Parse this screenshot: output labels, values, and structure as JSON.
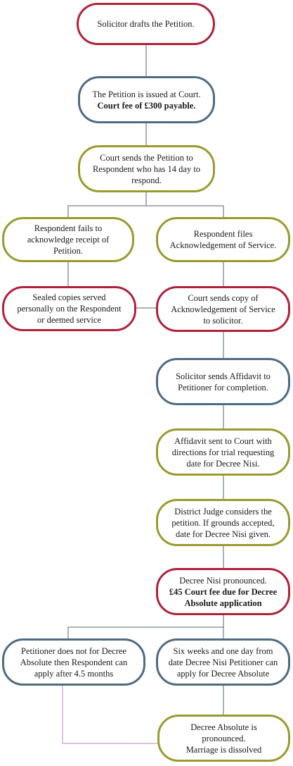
{
  "colors": {
    "red_border": "#b0213a",
    "steel_border": "#4f6b82",
    "olive_border": "#9a9a2e",
    "connector": "#55657a",
    "purple_connector": "#b58ac2"
  },
  "nodes": {
    "drafts": {
      "lines": [
        "Solicitor drafts the Petition."
      ]
    },
    "issued": {
      "line1": "The Petition is issued at Court.",
      "line2_bold": "Court fee of £300 payable."
    },
    "sends_petition": {
      "lines": [
        "Court sends the Petition to",
        "Respondent who has 14  day to",
        "respond."
      ]
    },
    "fails_ack": {
      "lines": [
        "Respondent fails to",
        "acknowledge receipt of",
        "Petition."
      ]
    },
    "files_ack": {
      "lines": [
        "Respondent files",
        "Acknowledgement of Service."
      ]
    },
    "sealed_copies": {
      "lines": [
        "Sealed copies served",
        "personally on the Respondent",
        "or deemed service"
      ]
    },
    "court_sends_copy": {
      "lines": [
        "Court sends copy of",
        "Acknowledgement of Service",
        "to solicitor."
      ]
    },
    "affidavit_to_petitioner": {
      "lines": [
        "Solicitor sends Affidavit to",
        "Petitioner for completion."
      ]
    },
    "affidavit_to_court": {
      "lines": [
        "Affidavit sent to Court with",
        "directions for trial requesting",
        "date for Decree Nisi."
      ]
    },
    "judge_considers": {
      "lines": [
        "District Judge considers the",
        "petition. If grounds accepted,",
        "date for Decree Nisi given."
      ]
    },
    "decree_nisi": {
      "line1": "Decree Nisi  pronounced.",
      "bold_lines": [
        "£45 Court fee due for Decree",
        "Absolute application"
      ]
    },
    "petitioner_not_apply": {
      "lines": [
        "Petitioner does not for Decree",
        "Absolute then  Respondent can",
        "apply after 4.5 months"
      ]
    },
    "six_weeks": {
      "lines": [
        "Six weeks and one day from",
        "date Decree Nisi Petitioner can",
        "apply for Decree Absolute"
      ]
    },
    "decree_absolute": {
      "lines": [
        "Decree Absolute is",
        "pronounced.",
        "Marriage is dissolved"
      ]
    }
  }
}
